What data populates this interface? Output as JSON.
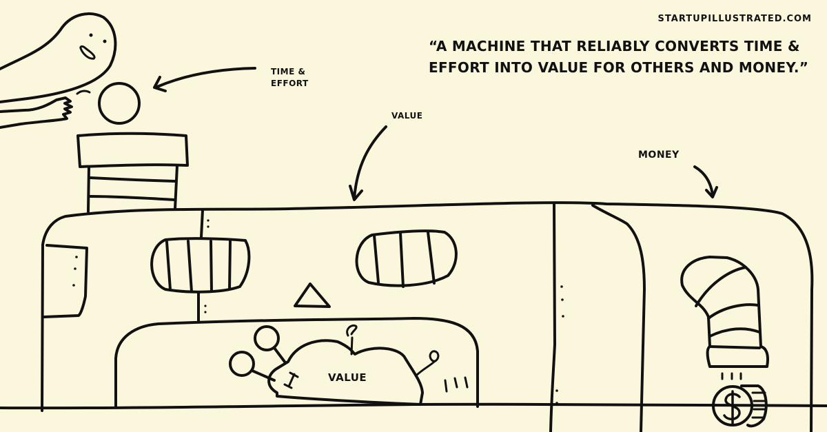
{
  "header": {
    "site": "startupillustrated.com",
    "quote": "“A machine that reliably converts time & effort into value for others and money.”"
  },
  "labels": {
    "time_effort": "Time &",
    "time_effort_line2": "Effort",
    "value_top": "Value",
    "money": "Money",
    "value_pile": "Value"
  },
  "colors": {
    "background": "#fbf7dc",
    "ink": "#111111"
  },
  "icons": {
    "coin": "dollar-sign"
  }
}
